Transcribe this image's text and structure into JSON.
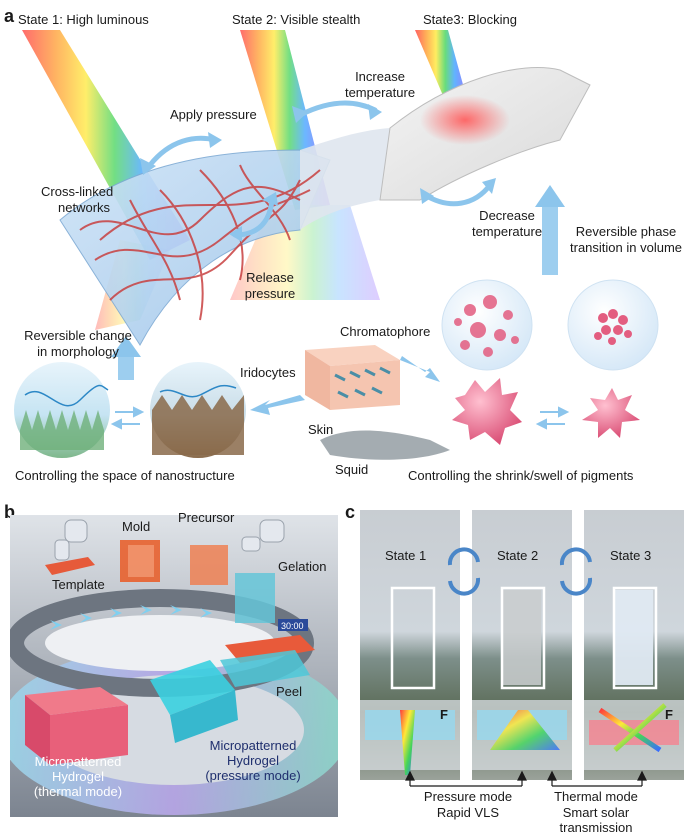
{
  "panel_a": {
    "letter": "a",
    "state1": "State 1: High luminous",
    "state2": "State 2: Visible stealth",
    "state3": "State3: Blocking",
    "apply_pressure": "Apply pressure",
    "release_pressure_l1": "Release",
    "release_pressure_l2": "pressure",
    "increase_temp_l1": "Increase",
    "increase_temp_l2": "temperature",
    "decrease_temp_l1": "Decrease",
    "decrease_temp_l2": "temperature",
    "reversible_phase_l1": "Reversible phase",
    "reversible_phase_l2": "transition in volume",
    "crosslinked_l1": "Cross-linked",
    "crosslinked_l2": "networks",
    "reversible_change_l1": "Reversible change",
    "reversible_change_l2": "in morphology",
    "chromatophore": "Chromatophore",
    "iridocytes": "Iridocytes",
    "skin": "Skin",
    "squid": "Squid",
    "caption_left": "Controlling the space of nanostructure",
    "caption_right": "Controlling the shrink/swell of pigments"
  },
  "panel_b": {
    "letter": "b",
    "mold": "Mold",
    "precursor": "Precursor",
    "template": "Template",
    "gelation": "Gelation",
    "peel": "Peel",
    "timer": "30:00",
    "thermal_l1": "Micropatterned",
    "thermal_l2": "Hydrogel",
    "thermal_l3": "(thermal mode)",
    "pressure_l1": "Micropatterned",
    "pressure_l2": "Hydrogel",
    "pressure_l3": "(pressure mode)"
  },
  "panel_c": {
    "letter": "c",
    "state1": "State 1",
    "state2": "State 2",
    "state3": "State 3",
    "force1": "F",
    "force3": "F",
    "pressure_mode_l1": "Pressure mode",
    "pressure_mode_l2": "Rapid VLS",
    "thermal_mode_l1": "Thermal mode",
    "thermal_mode_l2": "Smart solar transmission"
  },
  "colors": {
    "arrow_blue": "#8cc5ec",
    "hydrogel_blue": "#bcd8f0",
    "fiber_red": "#c84040",
    "pigment_pink": "#e35d80",
    "hydrogel_red": "#e8607a",
    "dark_navy": "#1f2f6e"
  }
}
